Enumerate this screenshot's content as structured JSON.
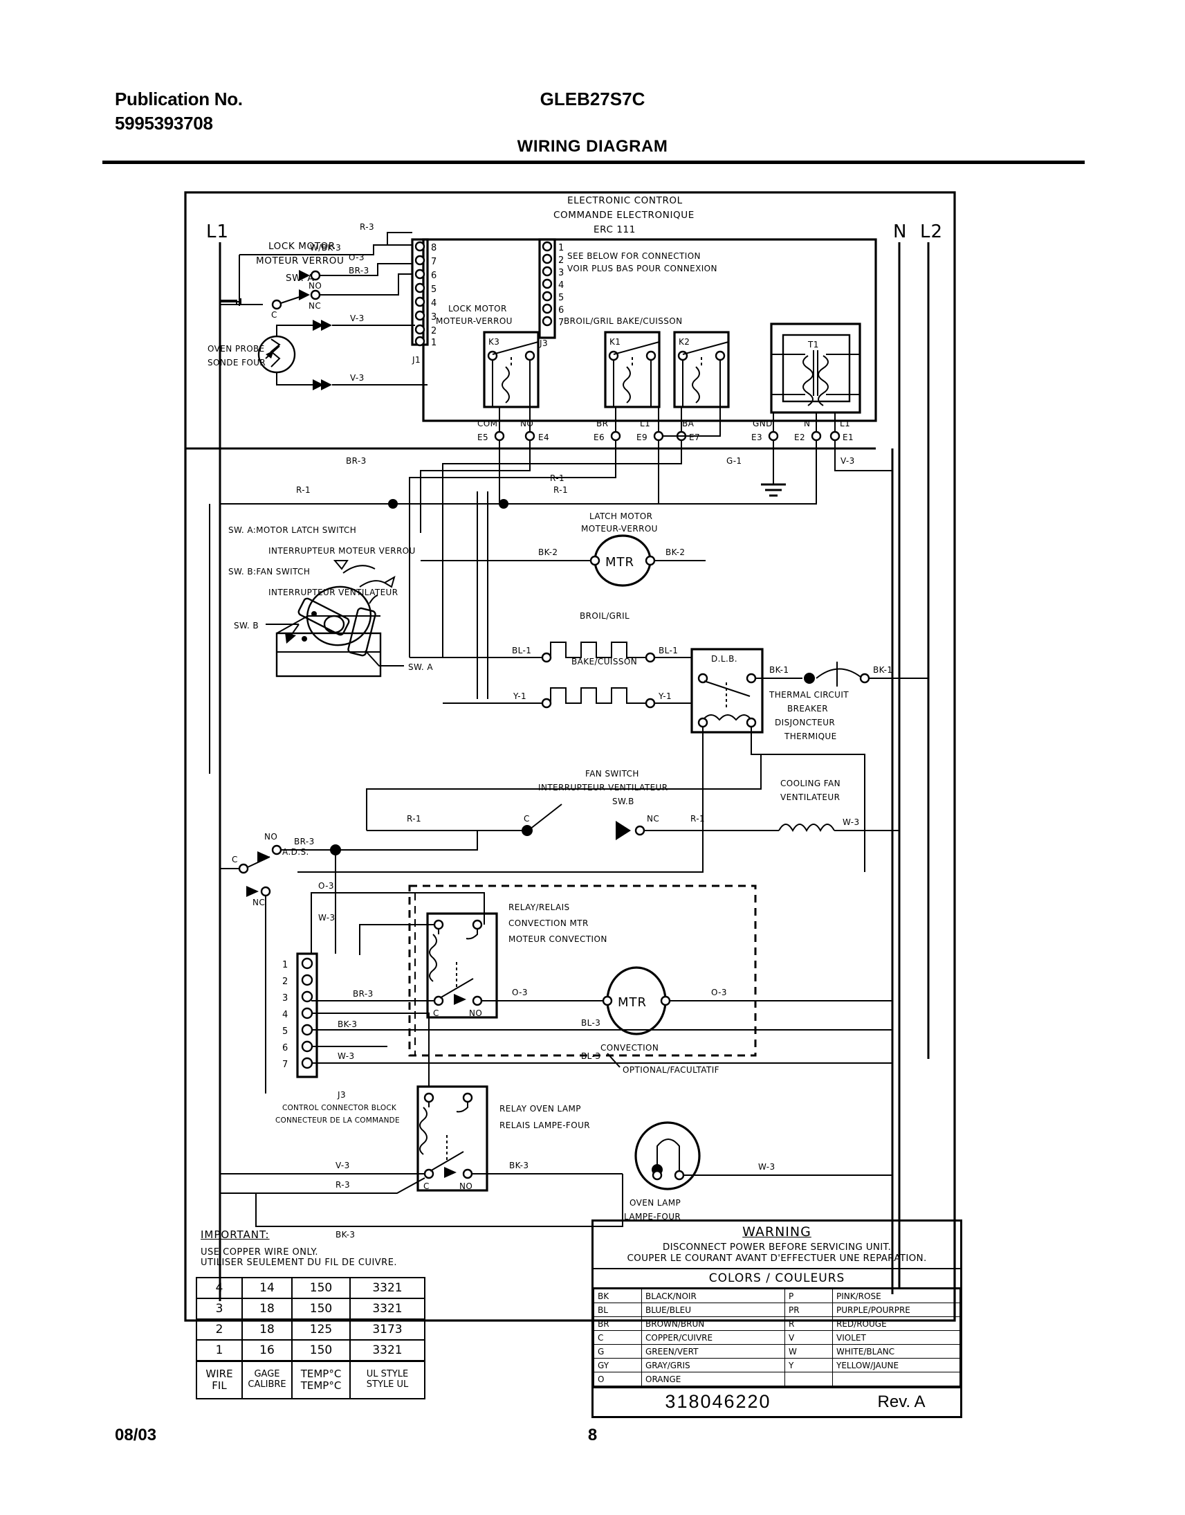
{
  "header": {
    "publication_label": "Publication No.",
    "publication_number": "5995393708",
    "model": "GLEB27S7C",
    "title": "WIRING DIAGRAM"
  },
  "footer": {
    "date": "08/03",
    "page": "8"
  },
  "rails": {
    "l1": "L1",
    "n": "N",
    "l2": "L2"
  },
  "blocks": {
    "lock_motor_sw": {
      "line1": "LOCK MOTOR",
      "line2": "MOTEUR VERROU",
      "line3": "SW. A",
      "c": "C",
      "no": "NO",
      "nc": "NC"
    },
    "oven_probe": {
      "line1": "OVEN PROBE",
      "line2": "SONDE FOUR"
    },
    "erc": {
      "line1": "ELECTRONIC CONTROL",
      "line2": "COMMANDE ELECTRONIQUE",
      "line3": "ERC 111",
      "j1_label": "J1",
      "j3_label": "J3",
      "j1_pins": [
        "8",
        "7",
        "6",
        "5",
        "4",
        "3",
        "2",
        "1"
      ],
      "j3_pins": [
        "1",
        "2",
        "3",
        "4",
        "5",
        "6",
        "7"
      ],
      "see_below_1": "SEE BELOW FOR CONNECTION",
      "see_below_2": "VOIR PLUS BAS POUR CONNEXION",
      "lock_motor_1": "LOCK MOTOR",
      "lock_motor_2": "MOTEUR-VERROU",
      "broil_bake": "BROIL/GRIL BAKE/CUISSON",
      "relays": [
        "K3",
        "K1",
        "K2"
      ],
      "transformer": "T1",
      "terminals": [
        {
          "name": "COM",
          "code": "E5"
        },
        {
          "name": "NO",
          "code": "E4"
        },
        {
          "name": "BR",
          "code": "E6"
        },
        {
          "name": "L1",
          "code": "E9"
        },
        {
          "name": "BA",
          "code": "E7"
        },
        {
          "name": "GND",
          "code": "E3"
        },
        {
          "name": "N",
          "code": "E2"
        },
        {
          "name": "L1",
          "code": "E1"
        }
      ]
    },
    "switch_legend": {
      "line1": "SW. A:MOTOR LATCH SWITCH",
      "line2": "INTERRUPTEUR MOTEUR VERROU",
      "line3": "SW. B:FAN SWITCH",
      "line4": "INTERRUPTEUR VENTILATEUR",
      "callout_b": "SW. B",
      "callout_a": "SW. A"
    },
    "latch_motor": {
      "line1": "LATCH MOTOR",
      "line2": "MOTEUR-VERROU",
      "mtr": "MTR"
    },
    "broil": {
      "label": "BROIL/GRIL"
    },
    "bake": {
      "label": "BAKE/CUISSON"
    },
    "dlb": {
      "label": "D.L.B."
    },
    "thermal_breaker": {
      "line1": "THERMAL CIRCUIT",
      "line2": "BREAKER",
      "line3": "DISJONCTEUR",
      "line4": "THERMIQUE"
    },
    "fan_switch": {
      "line1": "FAN SWITCH",
      "line2": "INTERRUPTEUR VENTILATEUR",
      "line3": "SW.B",
      "c": "C",
      "nc": "NC"
    },
    "cooling_fan": {
      "line1": "COOLING FAN",
      "line2": "VENTILATEUR"
    },
    "ads": {
      "label": "A.D.S.",
      "c": "C",
      "no": "NO",
      "nc": "NC"
    },
    "convection_relay": {
      "line1": "RELAY/RELAIS",
      "line2": "CONVECTION MTR",
      "line3": "MOTEUR CONVECTION",
      "c": "C",
      "no": "NO",
      "mtr": "MTR",
      "mtr_caption": "CONVECTION",
      "optional": "OPTIONAL/FACULTATIF"
    },
    "control_connector": {
      "j3": "J3",
      "line1": "CONTROL CONNECTOR BLOCK",
      "line2": "CONNECTEUR DE LA COMMANDE",
      "pins": [
        "1",
        "2",
        "3",
        "4",
        "5",
        "6",
        "7"
      ]
    },
    "oven_lamp_relay": {
      "line1": "RELAY OVEN LAMP",
      "line2": "RELAIS LAMPE-FOUR",
      "c": "C",
      "no": "NO"
    },
    "oven_lamp": {
      "line1": "OVEN LAMP",
      "line2": "LAMPE-FOUR"
    }
  },
  "wire_tags": {
    "r3": "R-3",
    "w_bk3": "W/BK-3",
    "o3": "O-3",
    "br3": "BR-3",
    "v3": "V-3",
    "r1": "R-1",
    "g1": "G-1",
    "bk2": "BK-2",
    "bl1": "BL-1",
    "y1": "Y-1",
    "bk1": "BK-1",
    "bk3": "BK-3",
    "bl3": "BL-3",
    "w3": "W-3"
  },
  "important": {
    "title": "IMPORTANT:",
    "line1": "USE COPPER WIRE ONLY.",
    "line2": "UTILISER SEULEMENT DU FIL DE CUIVRE.",
    "table": {
      "rows": [
        [
          "4",
          "14",
          "150",
          "3321"
        ],
        [
          "3",
          "18",
          "150",
          "3321"
        ],
        [
          "2",
          "18",
          "125",
          "3173"
        ],
        [
          "1",
          "16",
          "150",
          "3321"
        ]
      ],
      "footer": [
        [
          "WIRE",
          "GAGE",
          "TEMP°C",
          "UL STYLE"
        ],
        [
          "FIL",
          "CALIBRE",
          "TEMP°C",
          "STYLE UL"
        ]
      ]
    }
  },
  "warning": {
    "title": "WARNING",
    "line1": "DISCONNECT POWER BEFORE SERVICING UNIT.",
    "line2": "COUPER LE COURANT AVANT D'EFFECTUER UNE REPARATION.",
    "colors_title": "COLORS / COULEURS",
    "colors_left": [
      [
        "BK",
        "BLACK/NOIR"
      ],
      [
        "BL",
        "BLUE/BLEU"
      ],
      [
        "BR",
        "BROWN/BRUN"
      ],
      [
        "C",
        "COPPER/CUIVRE"
      ],
      [
        "G",
        "GREEN/VERT"
      ],
      [
        "GY",
        "GRAY/GRIS"
      ],
      [
        "O",
        "ORANGE"
      ]
    ],
    "colors_right": [
      [
        "P",
        "PINK/ROSE"
      ],
      [
        "PR",
        "PURPLE/POURPRE"
      ],
      [
        "R",
        "RED/ROUGE"
      ],
      [
        "V",
        "VIOLET"
      ],
      [
        "W",
        "WHITE/BLANC"
      ],
      [
        "Y",
        "YELLOW/JAUNE"
      ],
      [
        "",
        ""
      ]
    ],
    "part_number": "318046220",
    "revision": "Rev. A"
  }
}
